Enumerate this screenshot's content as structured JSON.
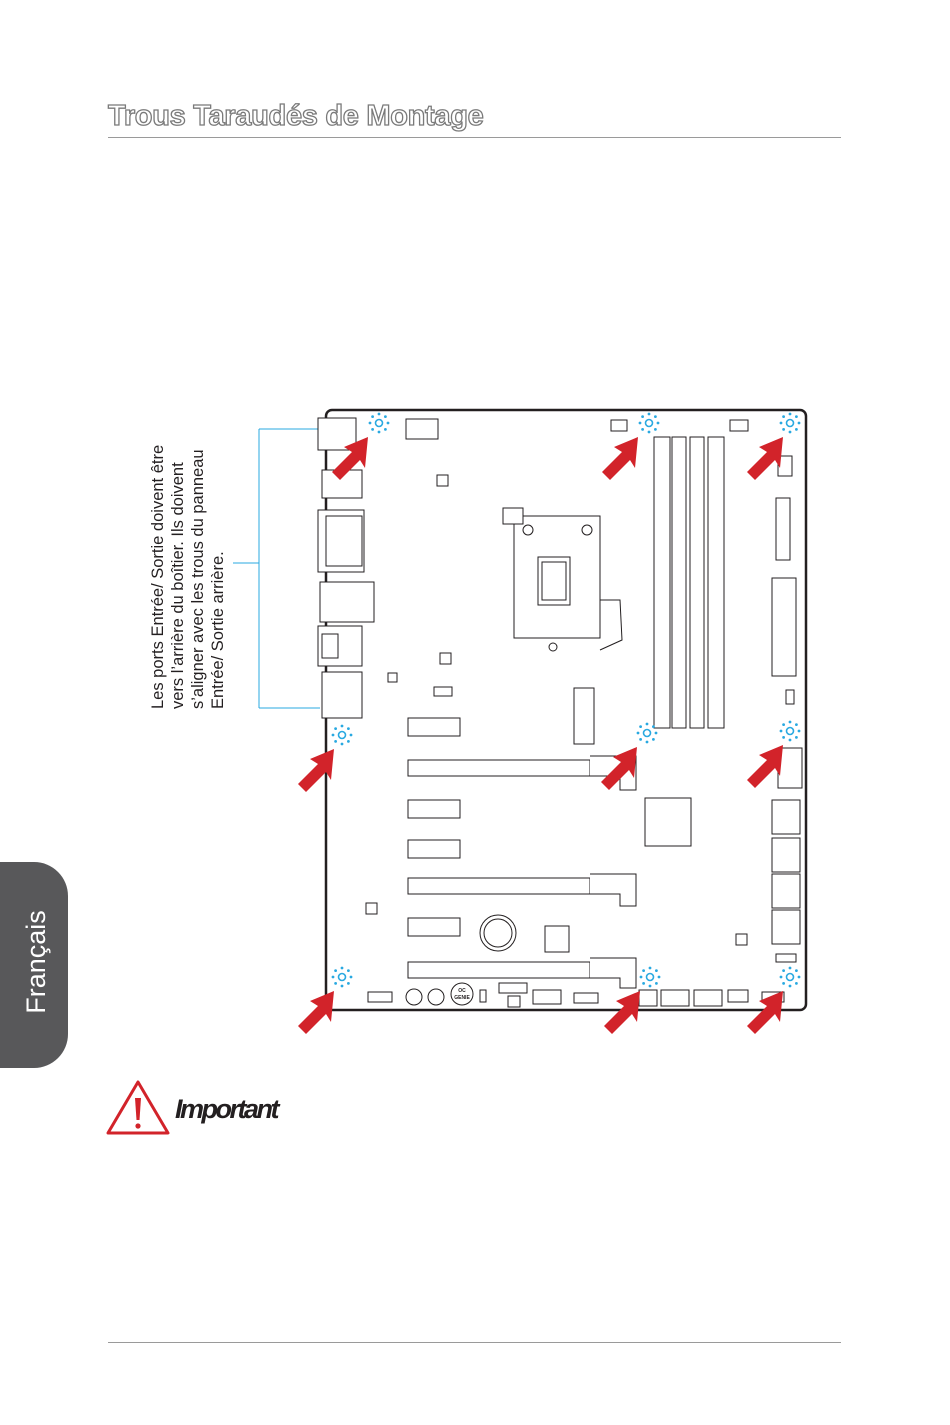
{
  "page": {
    "title": "Trous Taraudés de Montage",
    "language_tab": "Français"
  },
  "side_note": {
    "lines": [
      "Les ports Entrée/ Sortie doivent être",
      "vers l’arrière du boîtier. Ils doivent",
      "s’aligner avec les trous du panneau",
      "Entrée/ Sortie arrière."
    ]
  },
  "diagram": {
    "board_label": "",
    "oc_genie_label_1": "OC",
    "oc_genie_label_2": "GENIE",
    "mounting_hole_count": 9,
    "accent_colors": {
      "hole": "#29a9e1",
      "arrow": "#d2232a",
      "leader": "#29a9e1"
    }
  },
  "important": {
    "label": "Important",
    "icon": "warning-triangle-icon"
  }
}
